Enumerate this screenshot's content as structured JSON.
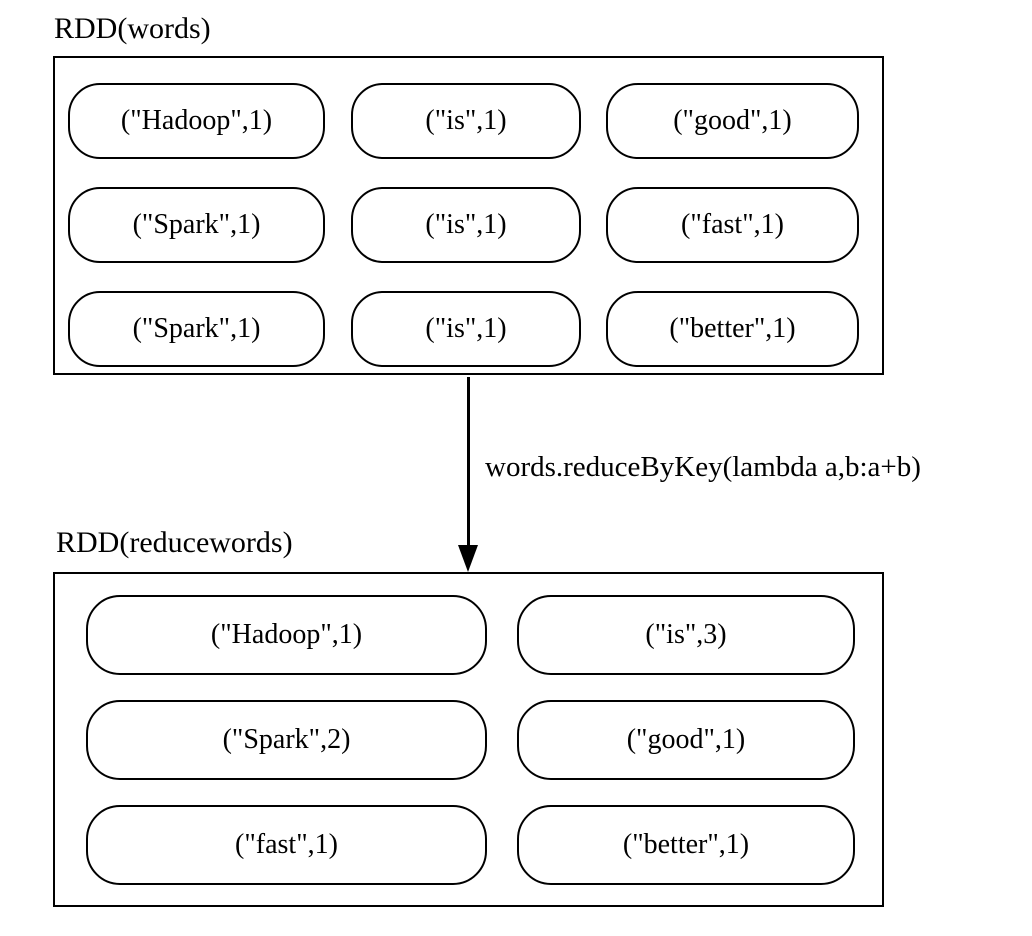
{
  "rdd_words": {
    "label": "RDD(words)",
    "cells": [
      {
        "label": "(\"Hadoop\",1)"
      },
      {
        "label": "(\"is\",1)"
      },
      {
        "label": "(\"good\",1)"
      },
      {
        "label": "(\"Spark\",1)"
      },
      {
        "label": "(\"is\",1)"
      },
      {
        "label": "(\"fast\",1)"
      },
      {
        "label": "(\"Spark\",1)"
      },
      {
        "label": "(\"is\",1)"
      },
      {
        "label": "(\"better\",1)"
      }
    ]
  },
  "transformation": {
    "label": "words.reduceByKey(lambda a,b:a+b)"
  },
  "rdd_reducewords": {
    "label": "RDD(reducewords)",
    "cells": [
      {
        "label": "(\"Hadoop\",1)"
      },
      {
        "label": "(\"is\",3)"
      },
      {
        "label": "(\"Spark\",2)"
      },
      {
        "label": "(\"good\",1)"
      },
      {
        "label": "(\"fast\",1)"
      },
      {
        "label": "(\"better\",1)"
      }
    ]
  },
  "colors": {
    "stroke": "#000000",
    "background": "#ffffff"
  }
}
